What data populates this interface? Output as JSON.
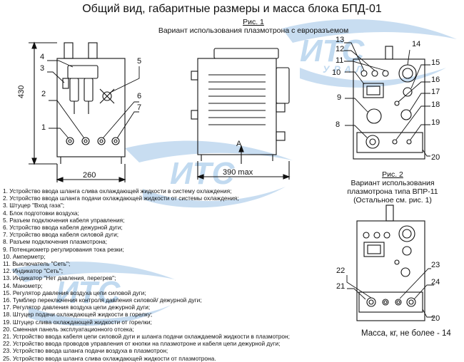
{
  "title": "Общий вид, габаритные размеры и масса блока БПД-01",
  "fig1": {
    "label": "Рис. 1",
    "caption": "Вариант использования плазмотрона с евроразъемом"
  },
  "fig2": {
    "label": "Рис. 2",
    "caption_lines": [
      "Вариант использования",
      "плазмотрона типа ВПР-11",
      "(Остальное см. рис. 1)"
    ]
  },
  "dimensions": {
    "height": "430",
    "width": "260",
    "depth": "390 max",
    "view_marker": "А"
  },
  "callouts": [
    "1",
    "2",
    "3",
    "4",
    "5",
    "6",
    "7",
    "8",
    "9",
    "10",
    "11",
    "12",
    "13",
    "14",
    "15",
    "16",
    "17",
    "18",
    "19",
    "20",
    "21",
    "22",
    "23",
    "24"
  ],
  "watermark": {
    "logo_text": "ИТС",
    "logo_sub": "УРАЛ"
  },
  "legend": [
    "1. Устройство ввода шланга слива охлаждающей жидкости в систему охлаждения;",
    "2. Устройство ввода шланга подачи охлаждающей жидкости от системы охлаждения;",
    "3. Штуцер \"Вход газа\";",
    "4. Блок подготовки воздуха;",
    "5. Разъем подключения кабеля управления;",
    "6. Устройство ввода кабеля дежурной дуги;",
    "7. Устройство ввода кабеля силовой дуги;",
    "8. Разъем подключения плазмотрона;",
    "9. Потенциометр регулирования тока резки;",
    "10. Амперметр;",
    "11. Выключатель \"Сеть\";",
    "12. Индикатор \"Сеть\";",
    "13. Индикатор \"Нет давления, перегрев\";",
    "14. Манометр;",
    "15. Регулятор давления воздуха цепи силовой дуги;",
    "16. Тумблер переключения контроля давления силовой/ дежурной дуги;",
    "17. Регулятор давления воздуха цепи дежурной дуги;",
    "18. Штуцер подачи охлаждающей жидкости в горелку;",
    "19. Штуцер слива охлаждающей жидкости от горелки;",
    "20. Сменная панель эксплуатационного отсека;",
    "21. Устройство ввода кабеля цепи силовой дуги и шланга подачи охлаждаемой жидкости в плазмотрон;",
    "22. Устройство ввода проводов управления от кнопки на плазмотроне и кабеля цепи дежурной дуги;",
    "23. Устройство ввода шланга подачи воздуха в плазмотрон;",
    "25. Устройство ввода шланга слива охлаждающей жидкости от плазмотрона."
  ],
  "mass": "Масса, кг, не более - 14"
}
